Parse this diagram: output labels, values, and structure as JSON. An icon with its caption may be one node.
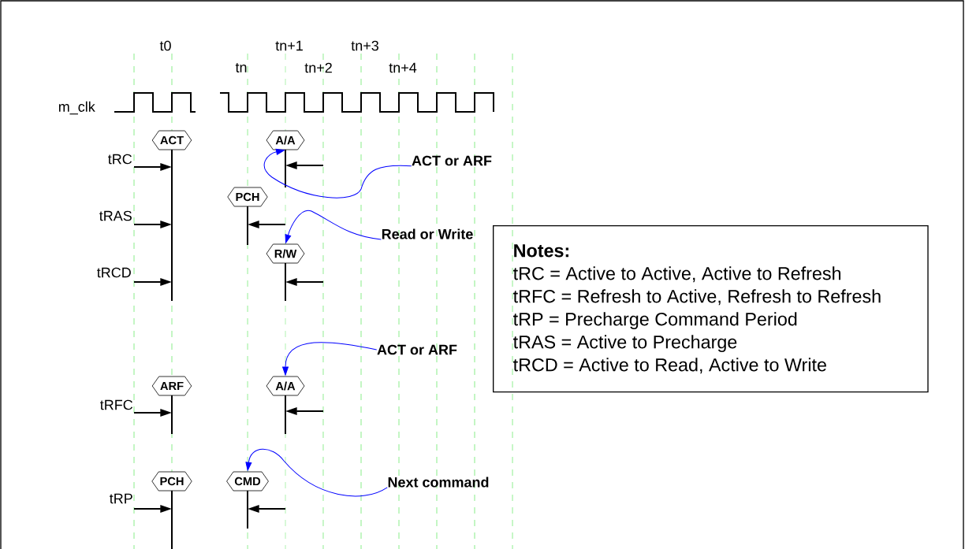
{
  "diagram": {
    "nodes": [
      {
        "text": [
          "ACT"
        ]
      },
      {
        "text": [
          "A/A"
        ]
      },
      {
        "text": [
          "PCH"
        ]
      },
      {
        "text": [
          "R/W"
        ]
      },
      {
        "text": [
          "ARF"
        ]
      },
      {
        "text": [
          "A/A"
        ]
      },
      {
        "text": [
          "PCH"
        ]
      },
      {
        "text": [
          "CMD"
        ]
      },
      {
        "text": [
          "ACT or ARF"
        ]
      },
      {
        "text": [
          "Read or Write"
        ]
      },
      {
        "text": [
          "ACT or ARF"
        ]
      },
      {
        "text": [
          "Next command"
        ]
      },
      {
        "text": [
          "Notes:",
          "tRC = Active to Active, Active to Refresh",
          "tRFC = Refresh to Active, Refresh to Refresh",
          "tRP = Precharge Command Period",
          "tRAS = Active to Precharge",
          "tRCD = Active to Read, Active to Write"
        ]
      }
    ],
    "edges": [
      {
        "from": 8,
        "to": 1,
        "arrow": "to"
      },
      {
        "from": 9,
        "to": 3,
        "arrow": "to"
      },
      {
        "from": 10,
        "to": 5,
        "arrow": "to"
      },
      {
        "from": 11,
        "to": 7,
        "arrow": "to"
      }
    ],
    "labels": [
      "t0",
      "tn+1",
      "tn+3",
      "tn",
      "tn+2",
      "tn+4",
      "m_clk",
      "tRC",
      "tRAS",
      "tRCD",
      "tRFC",
      "tRP"
    ]
  }
}
